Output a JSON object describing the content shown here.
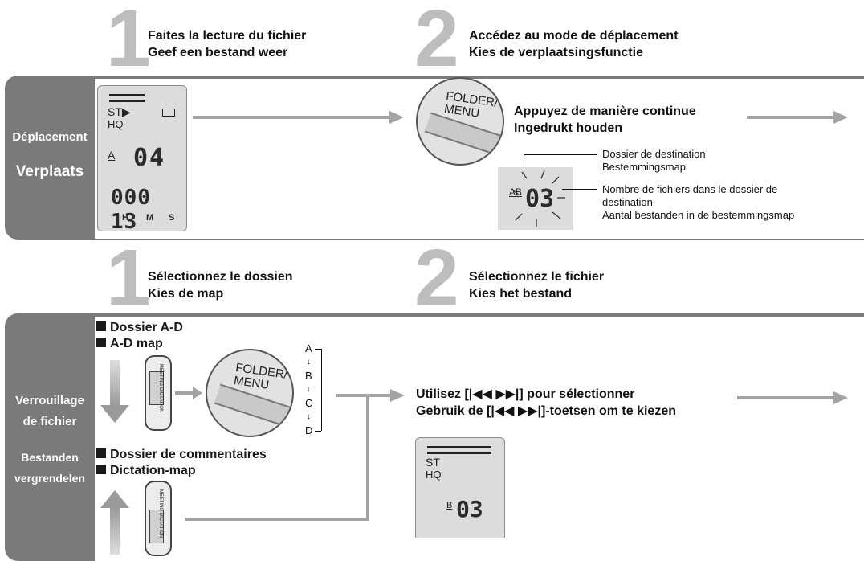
{
  "section1": {
    "step1": {
      "number": "1",
      "fr": "Faites la lecture du fichier",
      "nl": "Geef een bestand weer"
    },
    "step2": {
      "number": "2",
      "fr": "Accédez au mode de déplacement",
      "nl": "Kies de verplaatsingsfunctie"
    },
    "side_fr": "Déplacement",
    "side_nl": "Verplaats",
    "lcd": {
      "mode_st": "ST▶",
      "mode_hq": "HQ",
      "folder": "A",
      "file_no": "04",
      "time": "000 13",
      "h": "H",
      "m": "M",
      "s": "S"
    },
    "button_label": "FOLDER/ MENU",
    "press_fr": "Appuyez de manière continue",
    "press_nl": "Ingedrukt houden",
    "dest_folder_fr": "Dossier de destination",
    "dest_folder_nl": "Bestemmingsmap",
    "count_fr_1": "Nombre de fichiers dans le dossier de",
    "count_fr_2": "destination",
    "count_nl": "Aantal bestanden in de bestemmingsmap",
    "small_lcd": {
      "folders": "AB",
      "value": "03"
    }
  },
  "section2": {
    "step1": {
      "number": "1",
      "fr": "Sélectionnez le dossien",
      "nl": "Kies de map"
    },
    "step2": {
      "number": "2",
      "fr": "Sélectionnez le fichier",
      "nl": "Kies het bestand"
    },
    "side_fr_1": "Verrouillage",
    "side_fr_2": "de fichier",
    "side_nl_1": "Bestanden",
    "side_nl_2": "vergrendelen",
    "legend_ad_fr": "Dossier A-D",
    "legend_ad_nl": "A-D map",
    "legend_dict_fr": "Dossier de commentaires",
    "legend_dict_nl": "Dictation-map",
    "switch_label": "MEETING DICTATION",
    "button_label": "FOLDER/ MENU",
    "cycle": [
      "A",
      "B",
      "C",
      "D"
    ],
    "use_fr": "Utilisez [|◀◀  ▶▶|] pour sélectionner",
    "use_nl": "Gebruik de [|◀◀  ▶▶|]-toetsen om te kiezen",
    "lcd": {
      "mode_st": "ST",
      "mode_hq": "HQ",
      "folder": "B",
      "file_no": "03"
    }
  }
}
